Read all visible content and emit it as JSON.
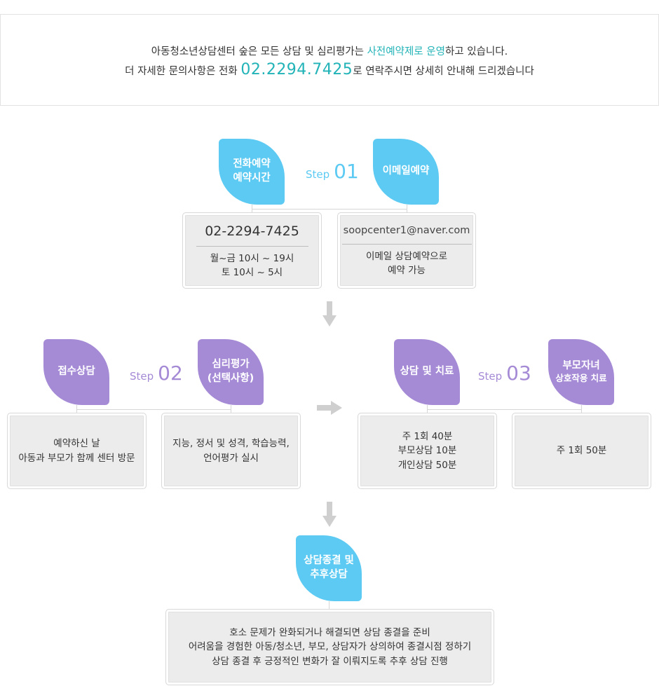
{
  "notice": {
    "line1_pre": "아동청소년상담센터 숲은 모든 상담 및 심리평가는 ",
    "line1_highlight": "사전예약제로 운영",
    "line1_post": "하고 있습니다.",
    "line2_pre": "더 자세한 문의사항은 전화 ",
    "line2_phone": "02.2294.7425",
    "line2_post": "로 연락주시면 상세히 안내해 드리겠습니다"
  },
  "step1": {
    "label": "Step",
    "number": "01",
    "phone_leaf": [
      "전화예약",
      "예약시간"
    ],
    "email_leaf": "이메일예약",
    "phone_card": {
      "number": "02-2294-7425",
      "hours": [
        "월~금 10시 ~ 19시",
        "토 10시 ~ 5시"
      ]
    },
    "email_card": {
      "address": "soopcenter1@naver.com",
      "lines": [
        "이메일 상담예약으로",
        "예약 가능"
      ]
    }
  },
  "step2": {
    "label": "Step",
    "number": "02",
    "intake_leaf": "접수상담",
    "assessment_leaf": [
      "심리평가",
      "(선택사항)"
    ],
    "intake_card": [
      "예약하신 날",
      "아동과 부모가 함께 센터 방문"
    ],
    "assessment_card": [
      "지능, 정서 및 성격, 학습능력,",
      "언어평가 실시"
    ]
  },
  "step3": {
    "label": "Step",
    "number": "03",
    "counseling_leaf": "상담 및 치료",
    "parent_child_leaf": [
      "부모자녀",
      "상호작용 치료"
    ],
    "counseling_card": [
      "주 1회 40분",
      "부모상담 10분",
      "개인상담 50분"
    ],
    "parent_child_card": [
      "주 1회 50분"
    ]
  },
  "final": {
    "leaf": [
      "상담종결 및",
      "추후상담"
    ],
    "card": [
      "호소 문제가 완화되거나 해결되면 상담 종결을 준비",
      "어려움을 경험한 아동/청소년, 부모, 상담자가 상의하여 종결시점 정하기",
      "상담 종결 후 긍정적인 변화가 잘 이뤄지도록 추후 상담 진행"
    ]
  },
  "colors": {
    "accent_teal": "#21b3b7",
    "leaf_blue": "#5ccaf2",
    "leaf_purple": "#a58ad6",
    "card_gray": "#ececec",
    "arrow_gray": "#cfcfcf"
  },
  "icons": {
    "down_arrow": "arrow-down-icon",
    "right_arrow": "arrow-right-icon"
  }
}
